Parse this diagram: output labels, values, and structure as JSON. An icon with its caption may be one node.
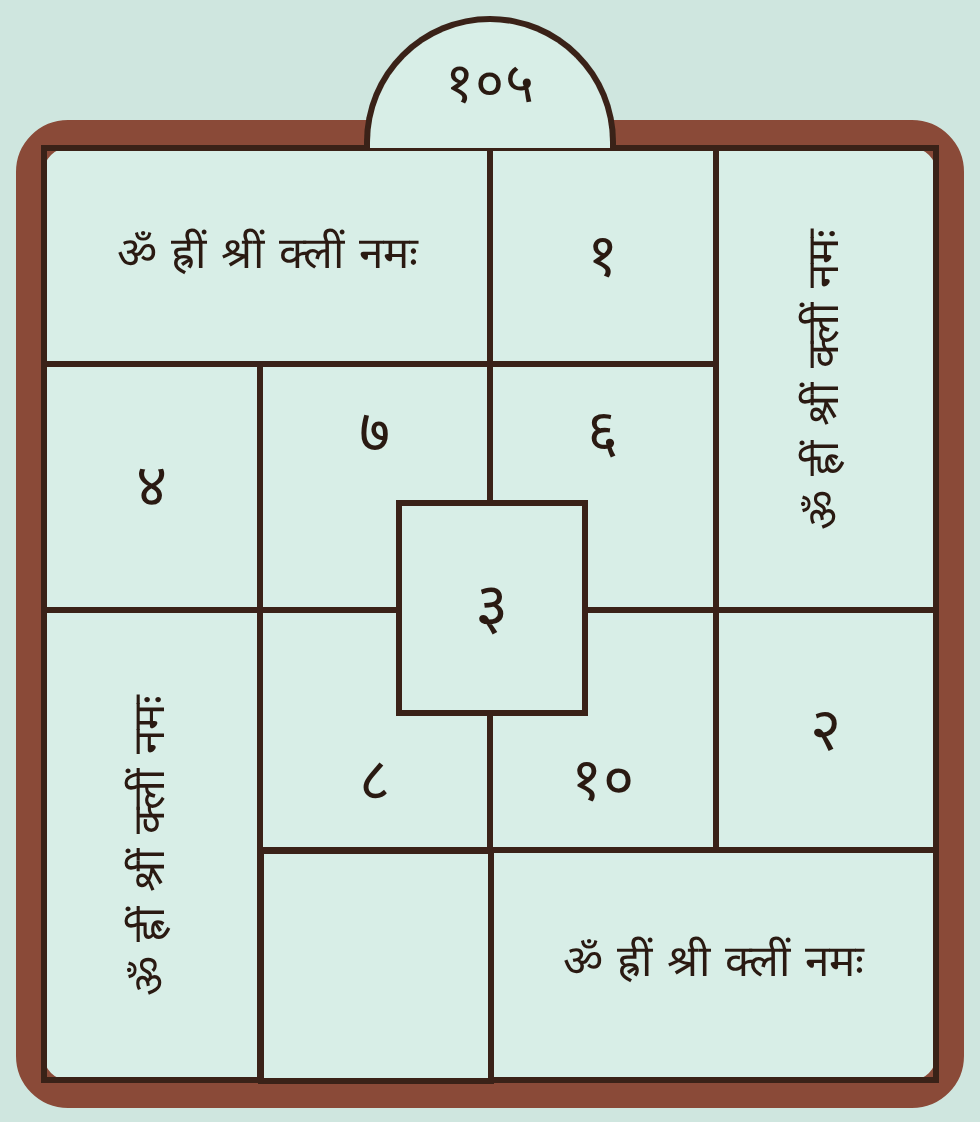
{
  "diagram": {
    "nodes": [
      {
        "text": [
          "१०५"
        ]
      },
      {
        "text": [
          "ॐ ह्रीं श्रीं क्लीं नमः"
        ]
      },
      {
        "text": [
          "१"
        ]
      },
      {
        "text": [
          "ॐ ह्रीं श्रीं क्लीं नमः"
        ]
      },
      {
        "text": [
          "४"
        ]
      },
      {
        "text": [
          "७"
        ]
      },
      {
        "text": [
          "६"
        ]
      },
      {
        "text": [
          "३"
        ]
      },
      {
        "text": [
          "ॐ ह्रीं श्रीं क्लीं नमः"
        ]
      },
      {
        "text": [
          "८"
        ]
      },
      {
        "text": [
          "१०"
        ]
      },
      {
        "text": [
          "२"
        ]
      },
      {
        "text": [],
        "shape": "box"
      },
      {
        "text": [
          "ॐ ह्रीं श्री क्लीं नमः"
        ]
      }
    ]
  }
}
